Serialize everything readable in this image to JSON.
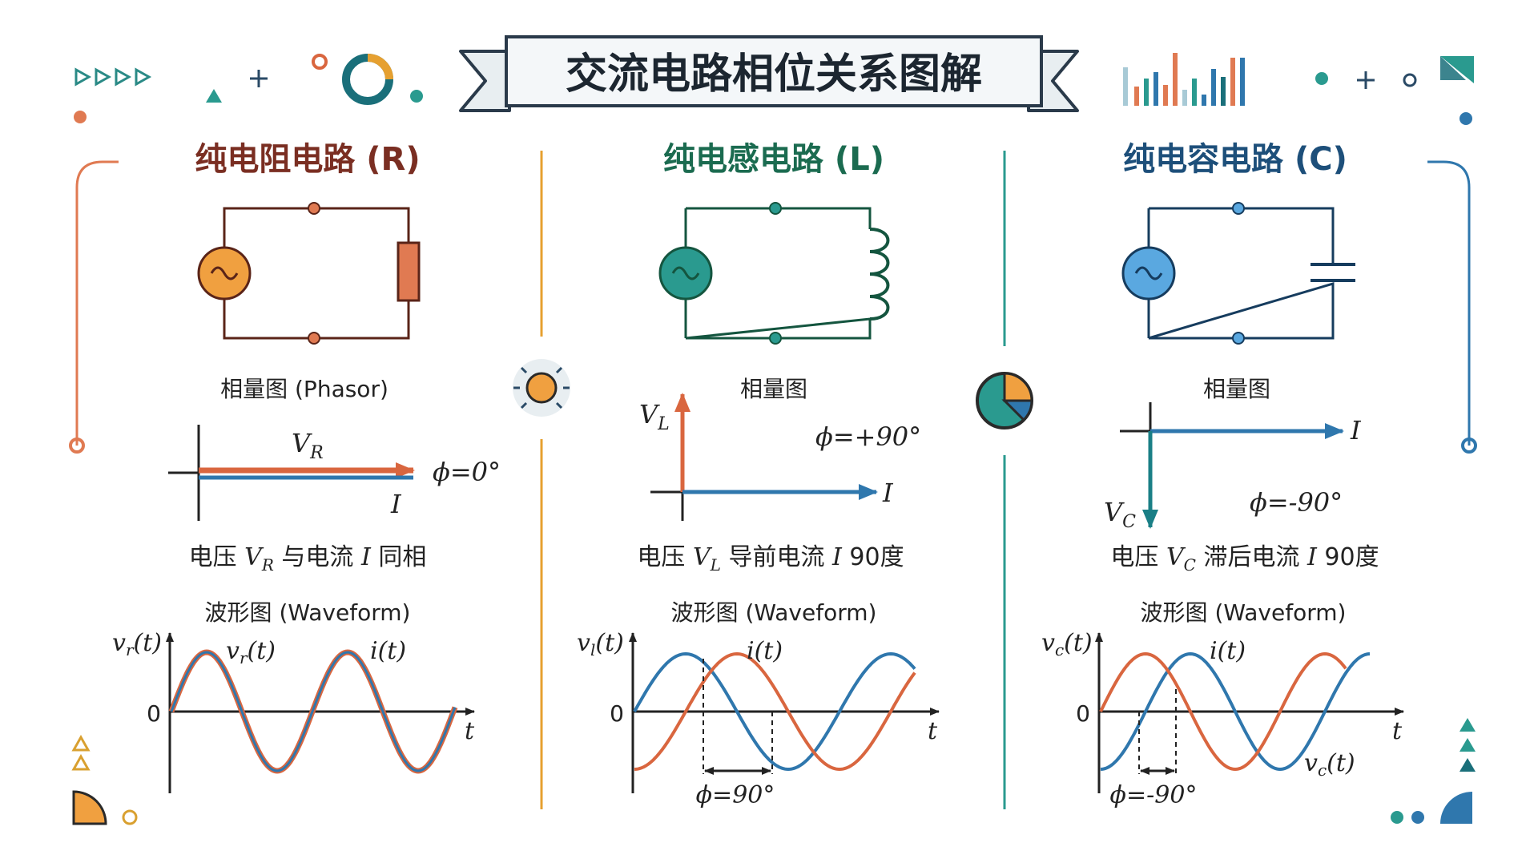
{
  "title": "交流电路相位关系图解",
  "colors": {
    "resistor": "#7a2e22",
    "inductor": "#1b6b50",
    "capacitor": "#1d4f7a",
    "orange": "#d9663f",
    "blue": "#2f77ad",
    "dark": "#222222"
  },
  "sections": [
    {
      "heading": "纯电阻电路 (R)",
      "phasor_label": "相量图 (Phasor)",
      "voltage_vector_label": "V",
      "voltage_vector_sub": "R",
      "current_vector_label": "I",
      "phase_label": "ϕ=0°",
      "relation": {
        "prefix": "电压 ",
        "v": "V",
        "sub": "R",
        "mid": " 与电流 ",
        "i": "I",
        "suffix": " 同相"
      },
      "waveform_label": "波形图 (Waveform)",
      "axis_y_label": "v",
      "axis_y_sub": "r",
      "axis_y_arg": "(t)",
      "axis_zero": "0",
      "axis_x_label": "t",
      "curve_voltage_label": "v",
      "curve_voltage_sub": "r",
      "curve_voltage_arg": "(t)",
      "curve_current_label": "i(t)",
      "phase_marker": ""
    },
    {
      "heading": "纯电感电路 (L)",
      "phasor_label": "相量图",
      "voltage_vector_label": "V",
      "voltage_vector_sub": "L",
      "current_vector_label": "I",
      "phase_label": "ϕ=+90°",
      "relation": {
        "prefix": "电压 ",
        "v": "V",
        "sub": "L",
        "mid": " 导前电流 ",
        "i": "I",
        "suffix": " 90度"
      },
      "waveform_label": "波形图 (Waveform)",
      "axis_y_label": "v",
      "axis_y_sub": "l",
      "axis_y_arg": "(t)",
      "axis_zero": "0",
      "axis_x_label": "t",
      "curve_current_label": "i(t)",
      "phase_marker": "ϕ=90°"
    },
    {
      "heading": "纯电容电路 (C)",
      "phasor_label": "相量图",
      "voltage_vector_label": "V",
      "voltage_vector_sub": "C",
      "current_vector_label": "I",
      "phase_label": "ϕ=-90°",
      "relation": {
        "prefix": "电压 ",
        "v": "V",
        "sub": "C",
        "mid": " 滞后电流 ",
        "i": "I",
        "suffix": " 90度"
      },
      "waveform_label": "波形图 (Waveform)",
      "axis_y_label": "v",
      "axis_y_sub": "c",
      "axis_y_arg": "(t)",
      "axis_zero": "0",
      "axis_x_label": "t",
      "curve_current_label": "i(t)",
      "curve_voltage_label": "v",
      "curve_voltage_sub": "c",
      "curve_voltage_arg": "(t)",
      "phase_marker": "ϕ=-90°"
    }
  ]
}
